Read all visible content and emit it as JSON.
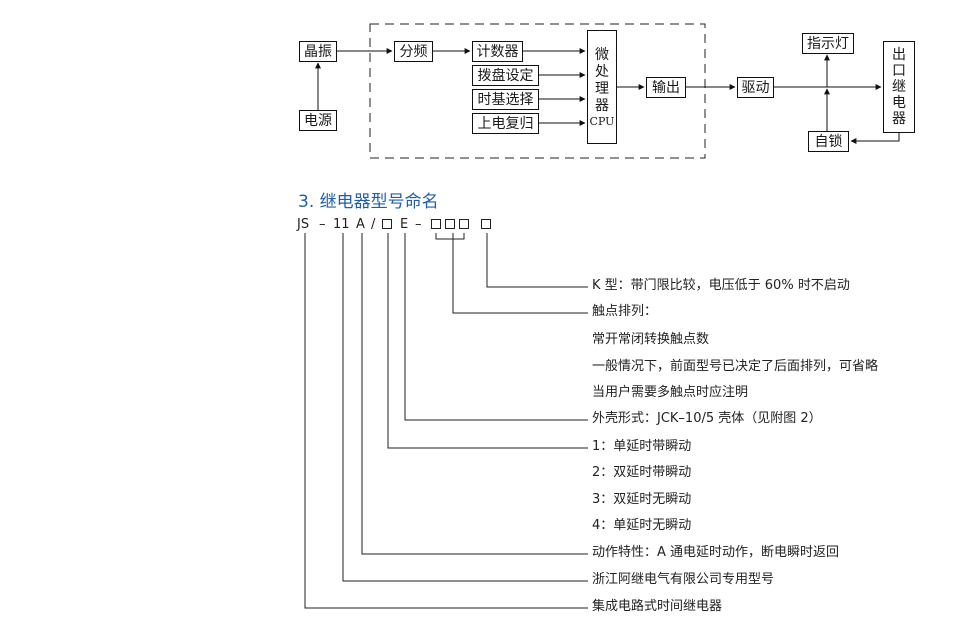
{
  "diagram": {
    "crystal": "晶振",
    "power": "电源",
    "divider": "分频",
    "counter": "计数器",
    "dial": "拨盘设定",
    "timebase": "时基选择",
    "power_reset": "上电复归",
    "mcu_chars": [
      "微",
      "处",
      "理",
      "器",
      "CPU"
    ],
    "output": "输出",
    "driver": "驱动",
    "indicator": "指示灯",
    "selflock": "自锁",
    "relay_chars": [
      "出",
      "口",
      "继",
      "电",
      "器"
    ]
  },
  "section": {
    "title": "3. 继电器型号命名"
  },
  "code": {
    "js": "JS",
    "dash1": "–",
    "num": "11",
    "a": "A",
    "slash": "/",
    "e": "E",
    "dash2": "–"
  },
  "descriptions": [
    "K 型：带门限比较，电压低于 60% 时不启动",
    "触点排列：",
    "常开常闭转换触点数",
    "一般情况下，前面型号已决定了后面排列，可省略",
    "当用户需要多触点时应注明",
    "外壳形式：JCK–10/5 壳体（见附图 2）",
    "1：单延时带瞬动",
    "2：双延时带瞬动",
    "3：双延时无瞬动",
    "4：单延时无瞬动",
    "动作特性：A 通电延时动作，断电瞬时返回",
    "浙江阿继电气有限公司专用型号",
    "集成电路式时间继电器"
  ]
}
